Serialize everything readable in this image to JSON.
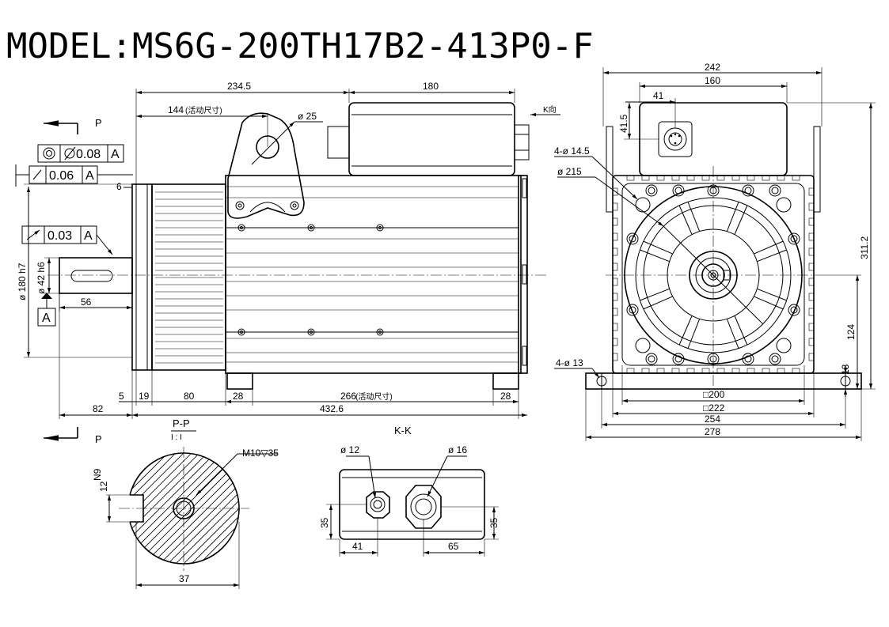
{
  "title": "MODEL:MS6G-200TH17B2-413P0-F",
  "side_view": {
    "section_mark_top": "P",
    "section_mark_bottom": "P",
    "dim_234_5": "234.5",
    "dim_180": "180",
    "dim_144": "144",
    "dim_144_note": "(活动尺寸)",
    "dim_phi25": "ø 25",
    "dim_6": "6",
    "view_k_arrow": "K向",
    "tol_concentricity_value": "0.08",
    "tol_concentricity_datum": "A",
    "tol_flatness_value": "0.06",
    "tol_flatness_datum": "A",
    "tol_runout_value": "0.03",
    "tol_runout_datum": "A",
    "datum_label": "A",
    "dim_phi180": "ø 180 h7",
    "dim_phi42": "ø 42 h6",
    "dim_56": "56",
    "dim_82": "82",
    "dim_5": "5",
    "dim_19": "19",
    "dim_80": "80",
    "dim_28_left": "28",
    "dim_266": "266",
    "dim_266_note": "(活动尺寸)",
    "dim_28_right": "28",
    "dim_432_6": "432.6"
  },
  "end_view": {
    "dim_242": "242",
    "dim_160": "160",
    "dim_41": "41",
    "dim_41_5": "41.5",
    "dim_4_phi14_5": "4-ø 14.5",
    "dim_phi215": "ø 215",
    "dim_311_2": "311.2",
    "dim_124": "124",
    "dim_4_phi13": "4-ø 13",
    "dim_13": "13",
    "dim_sq200": "□200",
    "dim_sq222": "□222",
    "dim_254": "254",
    "dim_278": "278"
  },
  "section_pp": {
    "title": "P-P",
    "scale_mark": "I : I",
    "thread_label": "M10▽35",
    "dim_n9": "N9",
    "dim_12": "12",
    "dim_37": "37"
  },
  "view_kk": {
    "title": "K-K",
    "dim_phi12": "ø 12",
    "dim_phi16": "ø 16",
    "dim_35_left": "35",
    "dim_35_right": "35",
    "dim_41": "41",
    "dim_65": "65"
  }
}
